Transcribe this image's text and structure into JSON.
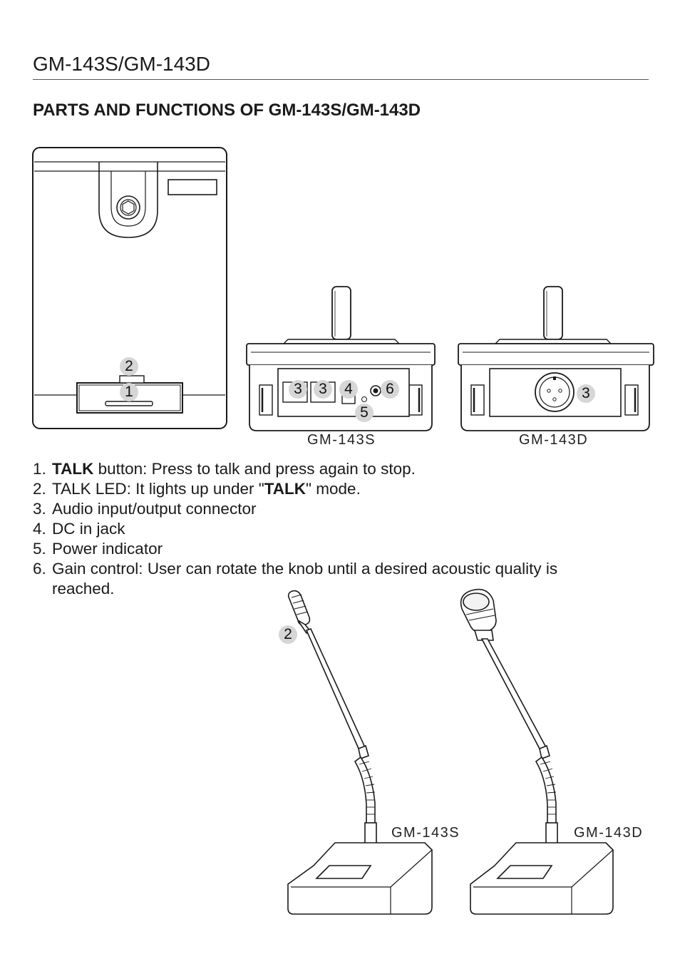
{
  "header": {
    "title": "GM-143S/GM-143D"
  },
  "section": {
    "title": "PARTS AND FUNCTIONS OF GM-143S/GM-143D"
  },
  "figures": {
    "top_callouts": [
      "2",
      "1",
      "3",
      "3",
      "4",
      "5",
      "6",
      "3"
    ],
    "rear_gm143s_label": "GM-143S",
    "rear_gm143d_label": "GM-143D",
    "mic_callout": "2",
    "mic_gm143s_label": "GM-143S",
    "mic_gm143d_label": "GM-143D"
  },
  "parts": [
    {
      "num": "1.",
      "pre": "",
      "bold": "TALK",
      "post": " button: Press to talk and press again to stop."
    },
    {
      "num": "2.",
      "pre": "TALK LED: It lights up under \"",
      "bold": "TALK",
      "post": "\" mode."
    },
    {
      "num": "3.",
      "pre": "Audio input/output connector",
      "bold": "",
      "post": ""
    },
    {
      "num": "4.",
      "pre": "DC in jack",
      "bold": "",
      "post": ""
    },
    {
      "num": "5.",
      "pre": "Power indicator",
      "bold": "",
      "post": ""
    },
    {
      "num": "6.",
      "pre": "Gain control: User can rotate the knob until a desired acoustic quality is reached.",
      "bold": "",
      "post": ""
    }
  ],
  "colors": {
    "callout_fill": "#d6d6d6",
    "line": "#1a1a1a"
  }
}
